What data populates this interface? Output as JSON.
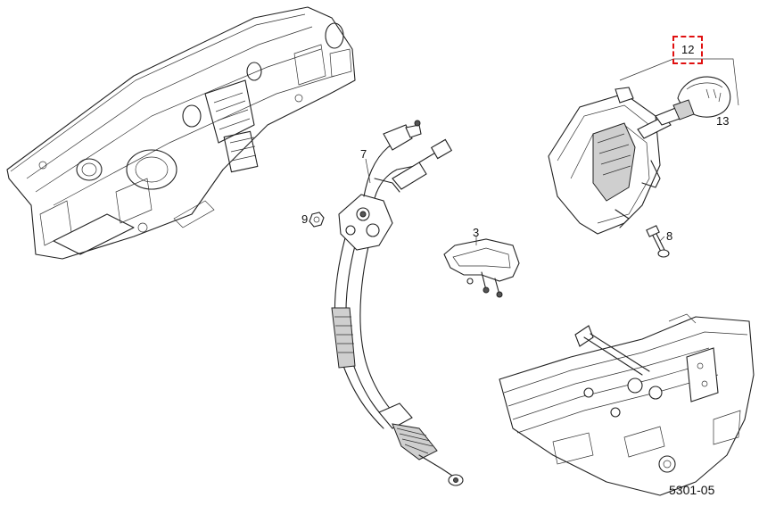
{
  "diagram": {
    "drawing_code": "5301-05",
    "callouts": [
      {
        "id": "cal-12",
        "text": "12"
      },
      {
        "id": "cal-13",
        "text": "13"
      },
      {
        "id": "cal-7",
        "text": "7"
      },
      {
        "id": "cal-9",
        "text": "9"
      },
      {
        "id": "cal-3",
        "text": "3"
      },
      {
        "id": "cal-8",
        "text": "8"
      }
    ],
    "selected_callout": "12",
    "highlight_color": "#e01010"
  }
}
